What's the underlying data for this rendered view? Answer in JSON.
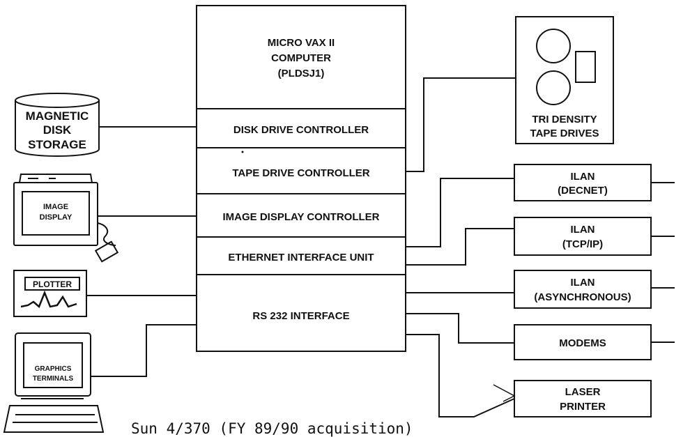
{
  "computer": {
    "title_line1": "MICRO VAX II",
    "title_line2": "COMPUTER",
    "title_line3": "(PLDSJ1)",
    "units": [
      {
        "label": "DISK DRIVE CONTROLLER"
      },
      {
        "label": "TAPE DRIVE CONTROLLER"
      },
      {
        "label": "IMAGE DISPLAY CONTROLLER"
      },
      {
        "label": "ETHERNET INTERFACE UNIT"
      },
      {
        "label": "RS 232 INTERFACE"
      }
    ]
  },
  "peripherals_left": {
    "disk": {
      "line1": "MAGNETIC",
      "line2": "DISK",
      "line3": "STORAGE"
    },
    "image_display": {
      "line1": "IMAGE",
      "line2": "DISPLAY"
    },
    "plotter": {
      "label": "PLOTTER"
    },
    "terminals": {
      "line1": "GRAPHICS",
      "line2": "TERMINALS"
    }
  },
  "peripherals_right": {
    "tape": {
      "line1": "TRI DENSITY",
      "line2": "TAPE DRIVES"
    },
    "ilan_decnet": {
      "line1": "ILAN",
      "line2": "(DECNET)"
    },
    "ilan_tcpip": {
      "line1": "ILAN",
      "line2": "(TCP/IP)"
    },
    "ilan_async": {
      "line1": "ILAN",
      "line2": "(ASYNCHRONOUS)"
    },
    "modems": {
      "label": "MODEMS"
    },
    "laser": {
      "line1": "LASER",
      "line2": "PRINTER"
    }
  },
  "caption": "Sun 4/370 (FY 89/90 acquisition)",
  "colors": {
    "ink": "#111111",
    "paper": "#ffffff"
  }
}
